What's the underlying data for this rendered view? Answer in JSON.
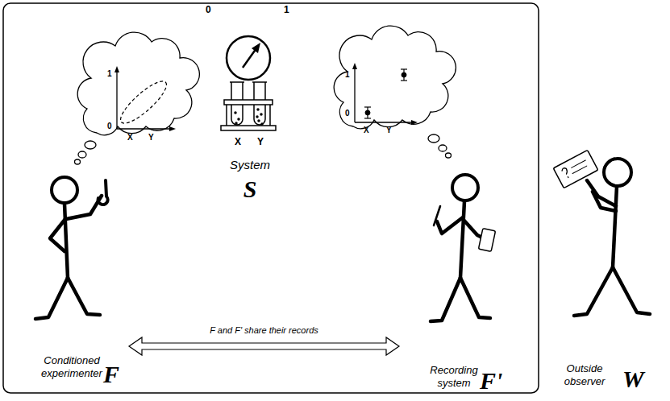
{
  "diagram": {
    "nodes": [
      {
        "text": [
          "System",
          "S"
        ]
      },
      {
        "text": [
          "Conditioned experimenter",
          "F"
        ]
      },
      {
        "text": [
          "Recording system",
          "F'"
        ]
      },
      {
        "text": [
          "Outside observer",
          "W"
        ]
      }
    ],
    "edges": [
      {
        "from": 1,
        "to": 2,
        "label": "F and F' share their records",
        "arrow": "both"
      }
    ],
    "labels": [
      "0",
      "1",
      "X",
      "Y",
      "1",
      "0",
      "X",
      "Y",
      "1",
      "0",
      "X",
      "Y"
    ]
  }
}
